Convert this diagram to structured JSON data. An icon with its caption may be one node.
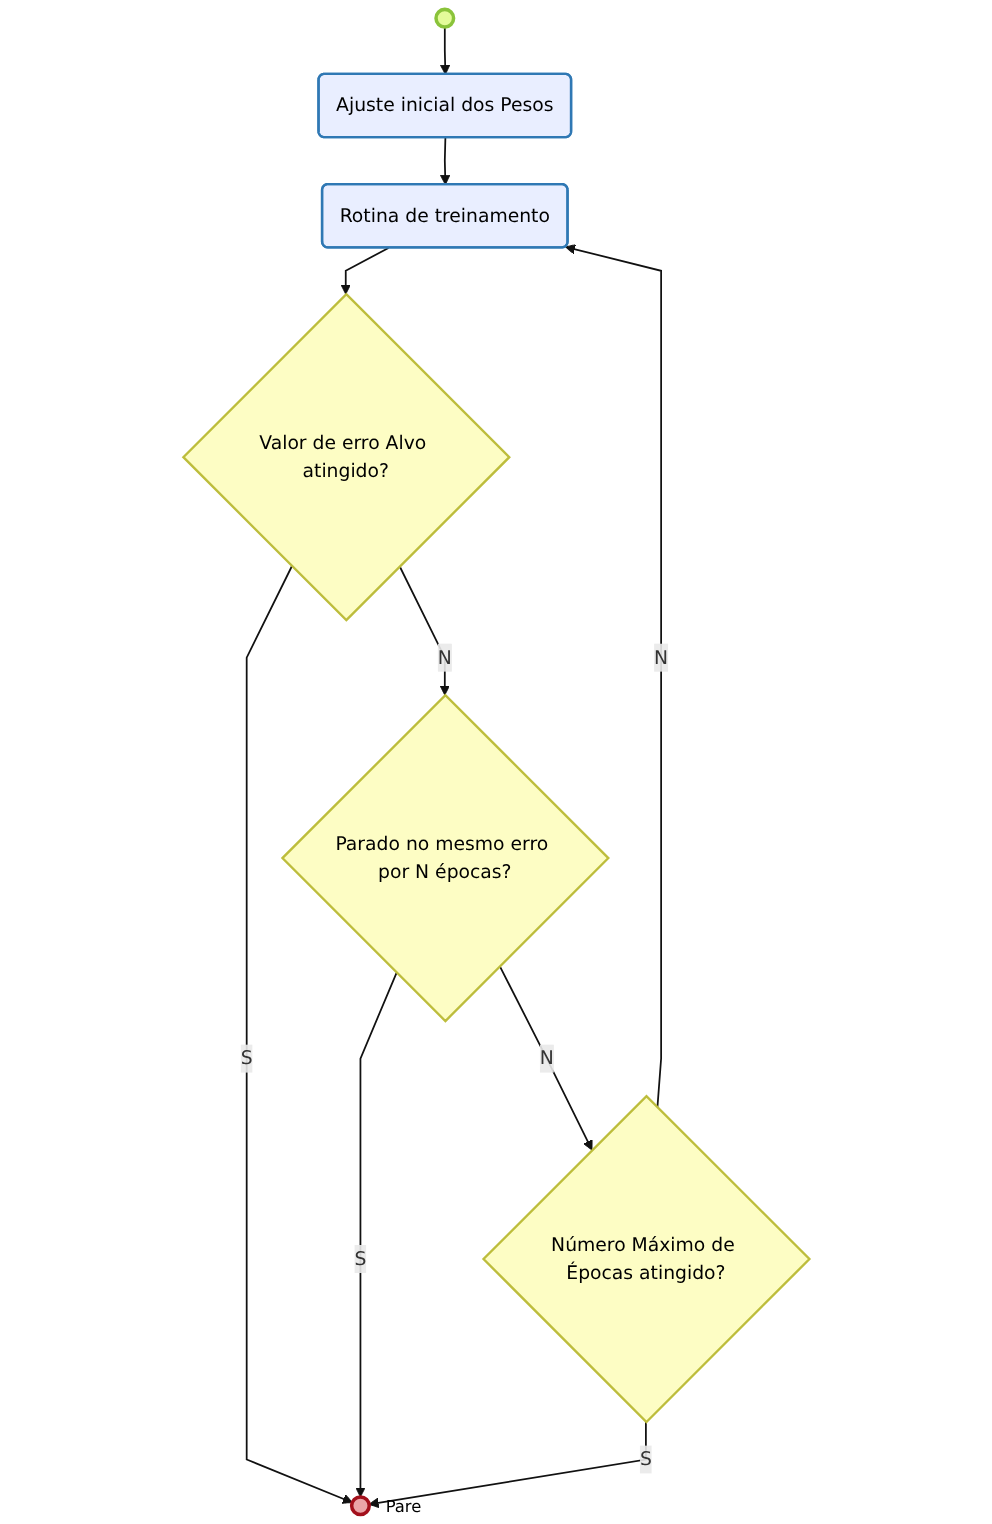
{
  "diagram": {
    "nodes": [
      {
        "text": [],
        "shape": "circle"
      },
      {
        "text": [
          "Ajuste inicial dos Pesos"
        ]
      },
      {
        "text": [
          "Rotina de treinamento"
        ]
      },
      {
        "text": [
          "Valor de erro Alvo atingido?"
        ]
      },
      {
        "text": [
          "Parado no mesmo erro por N épocas?"
        ]
      },
      {
        "text": [
          "Número Máximo de Épocas atingido?"
        ]
      },
      {
        "text": [],
        "shape": "circle",
        "beside": [
          "Pare"
        ]
      }
    ],
    "edges": [
      {
        "from": 0,
        "to": 1,
        "arrow": "to"
      },
      {
        "from": 1,
        "to": 2,
        "arrow": "to"
      },
      {
        "from": 2,
        "to": 3,
        "arrow": "to"
      },
      {
        "from": 3,
        "to": 6,
        "label": "S",
        "arrow": "to"
      },
      {
        "from": 3,
        "to": 4,
        "label": "N",
        "arrow": "to"
      },
      {
        "from": 4,
        "to": 6,
        "label": "S",
        "arrow": "to"
      },
      {
        "from": 4,
        "to": 5,
        "label": "N",
        "arrow": "to"
      },
      {
        "from": 5,
        "to": 6,
        "label": "S",
        "arrow": "to"
      },
      {
        "from": 5,
        "to": 2,
        "label": "N",
        "arrow": "to"
      }
    ]
  }
}
